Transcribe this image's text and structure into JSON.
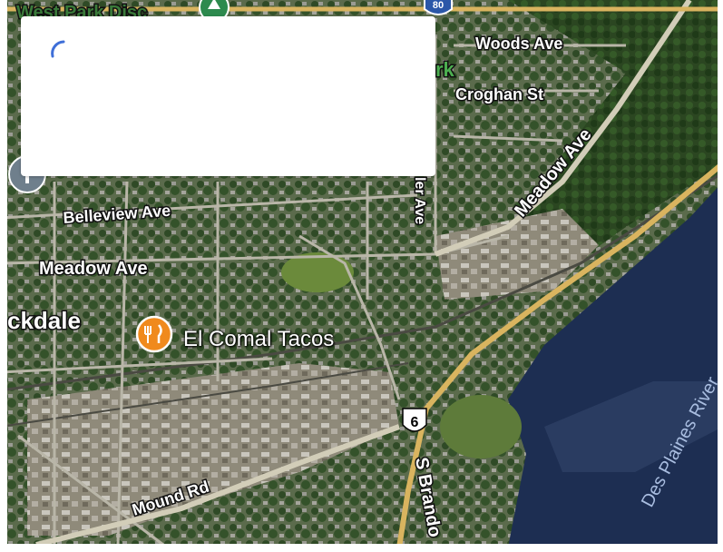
{
  "map": {
    "roads": {
      "woods_ave": "Woods Ave",
      "croghan_st": "Croghan St",
      "meadow_ave_ne": "Meadow Ave",
      "belleview_ave": "Belleview Ave",
      "meadow_ave_w": "Meadow Ave",
      "mound_rd": "Mound Rd",
      "s_brandon": "S Brando",
      "ler_ave": "ler Ave"
    },
    "partial_labels": {
      "top_left": "West Park Disc",
      "park_fragment": "rk",
      "rockdale_fragment": "ckdale"
    },
    "river": "Des Plaines River",
    "shield_us6": "6",
    "shield_i80": "80",
    "poi": {
      "name": "El Comal Tacos",
      "color": "#f08a1d"
    }
  },
  "colors": {
    "river": "#1d2e52",
    "highway": "#d9b45f",
    "spinner": "#3f6fd8"
  }
}
